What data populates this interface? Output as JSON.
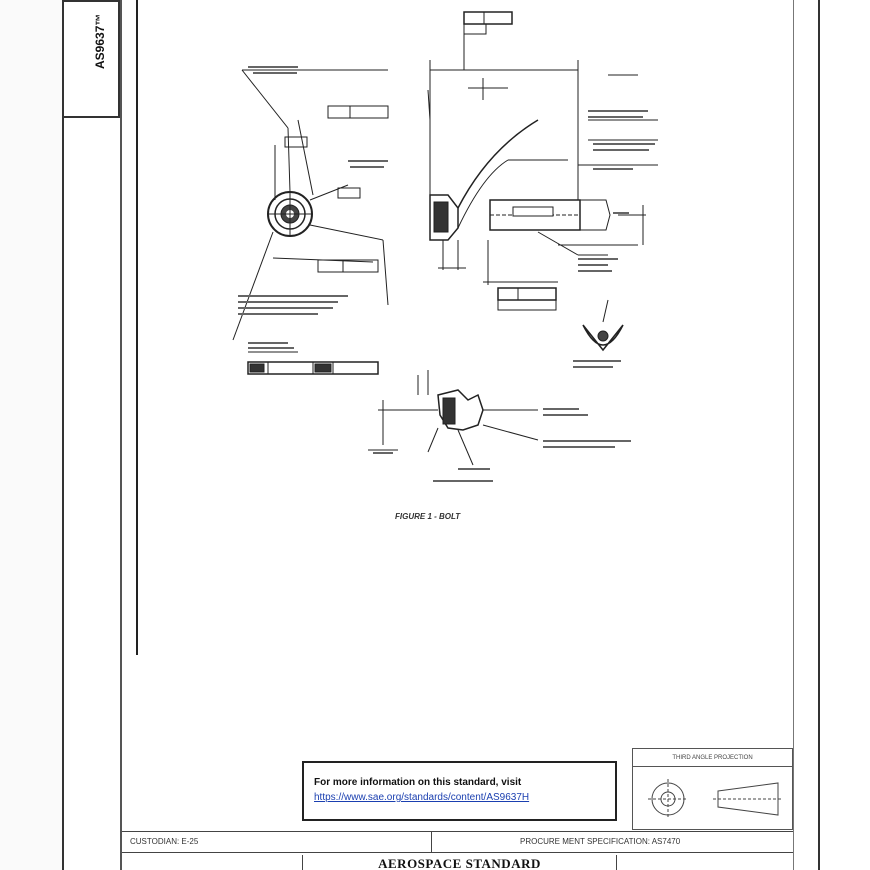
{
  "document": {
    "id": "AS9637™",
    "figure_caption": "FIGURE 1 - BOLT"
  },
  "info_box": {
    "title": "For more information on this standard, visit",
    "link": "https://www.sae.org/standards/content/AS9637H"
  },
  "projection": {
    "title": "THIRD ANGLE PROJECTION"
  },
  "footer": {
    "left": "CUSTODIAN: E-25",
    "right": "PROCURE MENT SPECIFICATION: AS7470"
  },
  "banner": {
    "title": "AEROSPACE STANDARD"
  }
}
